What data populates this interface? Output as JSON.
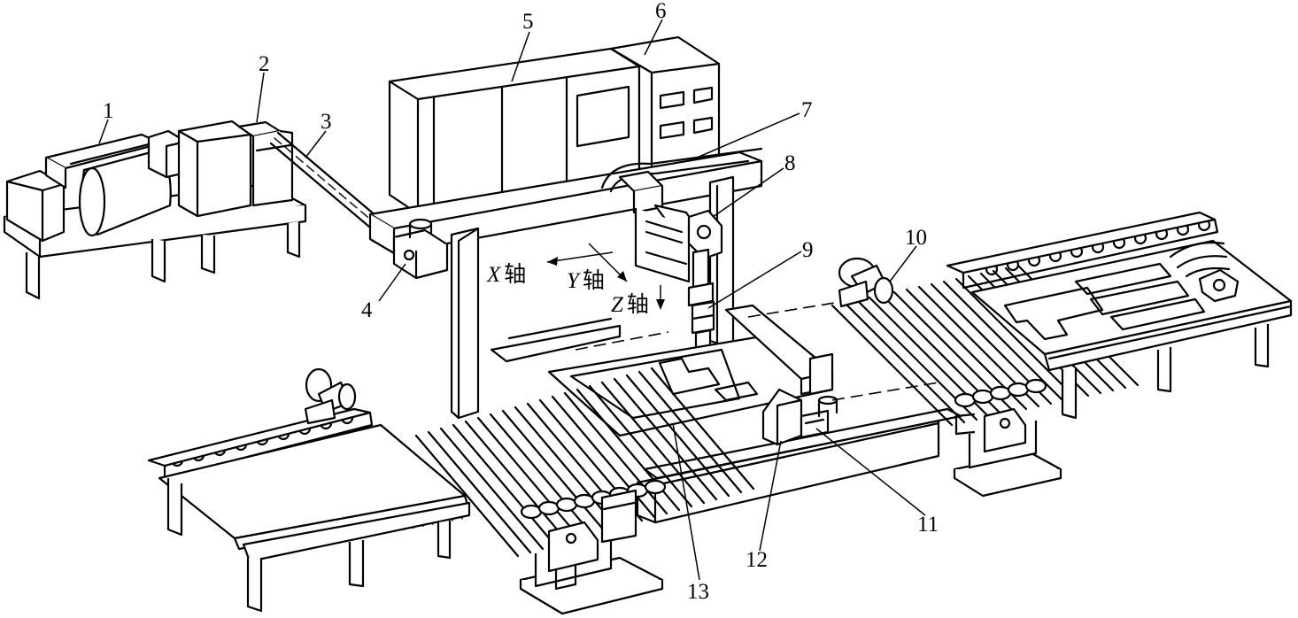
{
  "part_labels": [
    "1",
    "2",
    "3",
    "4",
    "5",
    "6",
    "7",
    "8",
    "9",
    "10",
    "11",
    "12",
    "13"
  ],
  "axes": {
    "x": {
      "letter": "X",
      "suffix": "轴"
    },
    "y": {
      "letter": "Y",
      "suffix": "轴"
    },
    "z": {
      "letter": "Z",
      "suffix": "轴"
    }
  }
}
